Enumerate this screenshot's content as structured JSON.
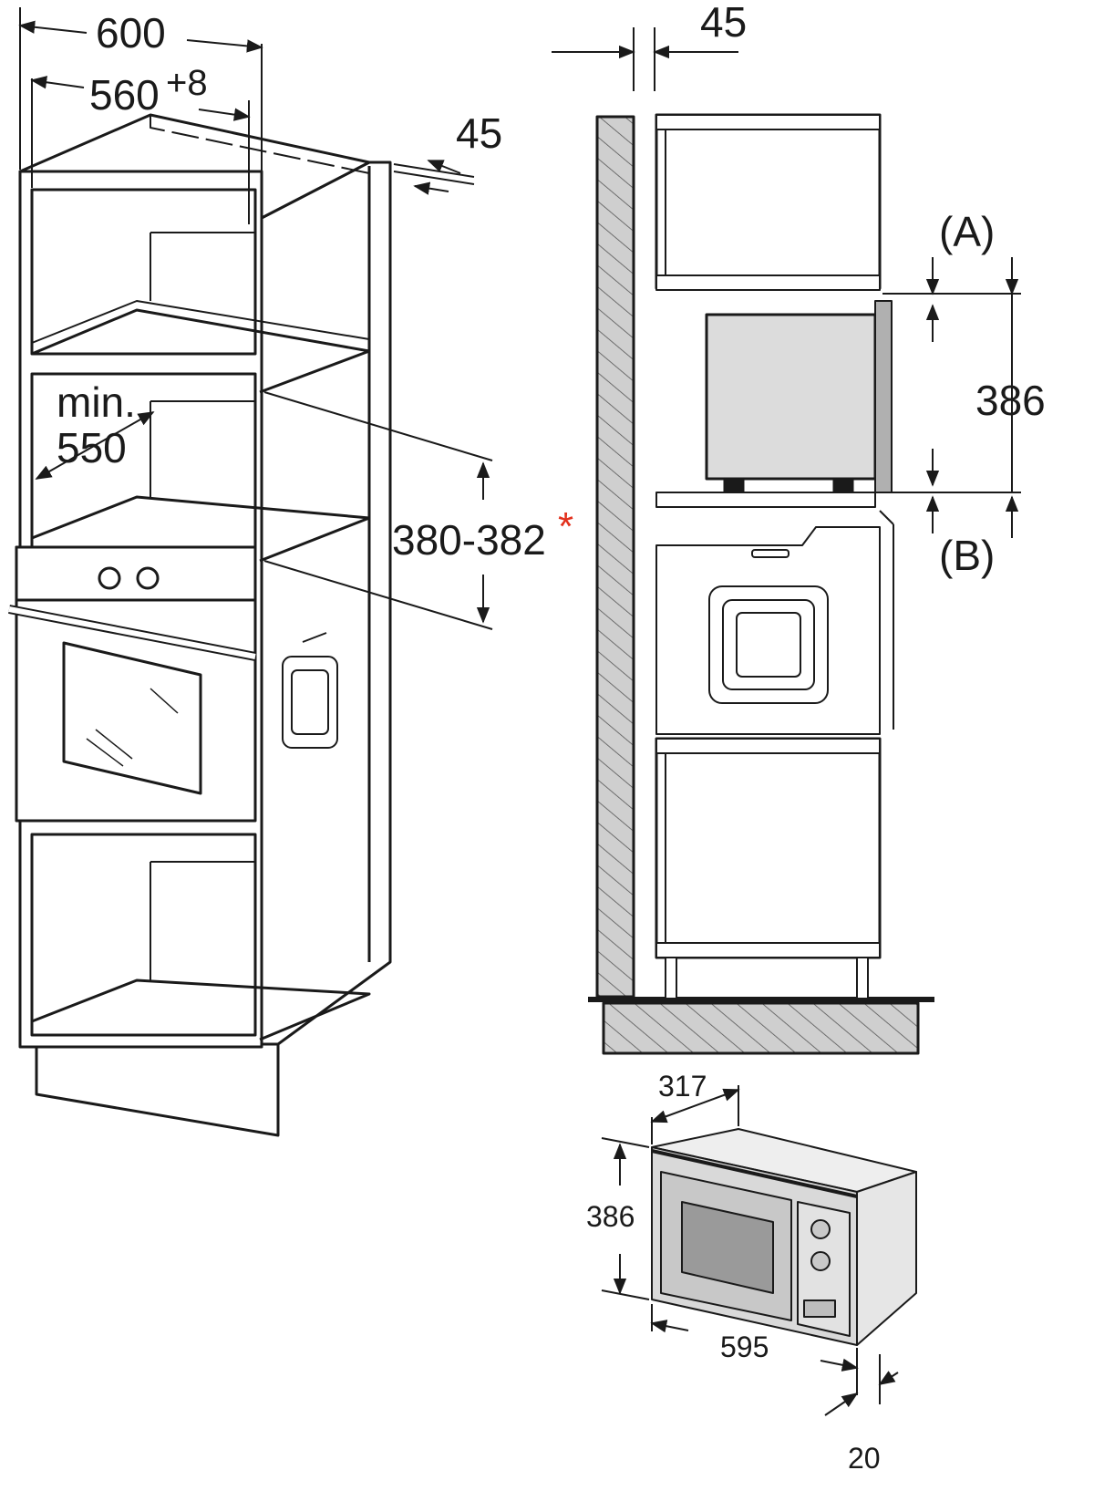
{
  "dimensions_left": {
    "width_total": "600",
    "niche_width": "560",
    "niche_width_tolerance": "+8",
    "depth_gap": "45",
    "min_depth_label": "min.",
    "min_depth_value": "550",
    "niche_height": "380-382",
    "note_marker": "*"
  },
  "dimensions_side": {
    "gap": "45",
    "label_a": "(A)",
    "label_b": "(B)",
    "height": "386"
  },
  "dimensions_appliance": {
    "depth": "317",
    "height": "386",
    "width": "595",
    "front_offset": "20"
  },
  "colors": {
    "line": "#1a1a1a",
    "wall_fill": "#c9c9c9",
    "appliance_fill": "#d9d9d9",
    "window_fill": "#9a9a9a",
    "accent_star": "#e2311d"
  }
}
